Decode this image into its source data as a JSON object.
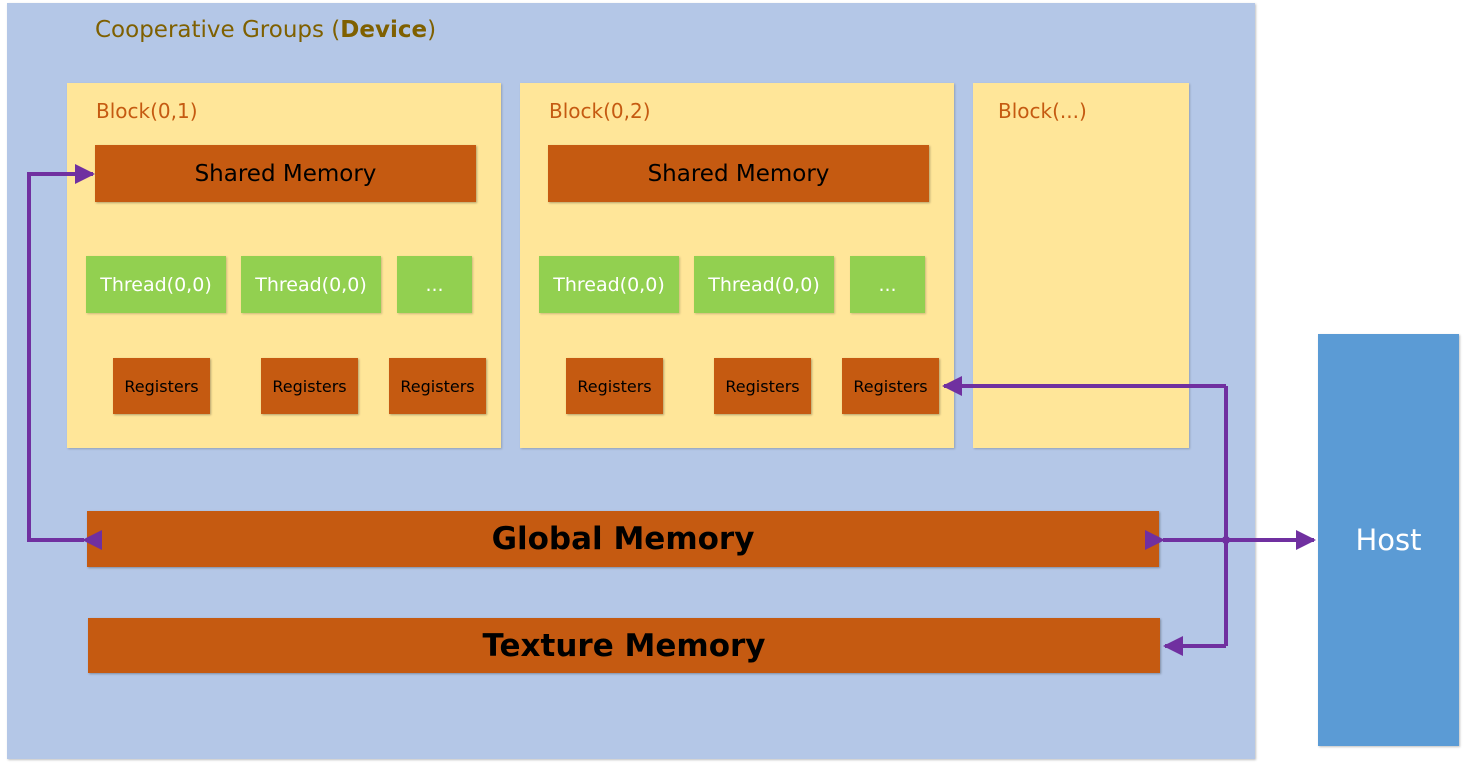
{
  "device": {
    "title_prefix": "Cooperative Groups (",
    "title_bold": "Device",
    "title_suffix": ")"
  },
  "blocks": [
    {
      "label": "Block(0,1)",
      "shared_memory": "Shared Memory",
      "threads": [
        "Thread(0,0)",
        "Thread(0,0)",
        "..."
      ],
      "registers": [
        "Registers",
        "Registers",
        "Registers"
      ]
    },
    {
      "label": "Block(0,2)",
      "shared_memory": "Shared Memory",
      "threads": [
        "Thread(0,0)",
        "Thread(0,0)",
        "..."
      ],
      "registers": [
        "Registers",
        "Registers",
        "Registers"
      ]
    },
    {
      "label": "Block(...)"
    }
  ],
  "global_memory": "Global Memory",
  "texture_memory": "Texture Memory",
  "host": "Host",
  "colors": {
    "device_bg": "#b4c7e7",
    "block_bg": "#ffe699",
    "memory": "#c55a11",
    "thread": "#92d050",
    "host": "#5b9bd5",
    "arrow": "#7030a0"
  }
}
